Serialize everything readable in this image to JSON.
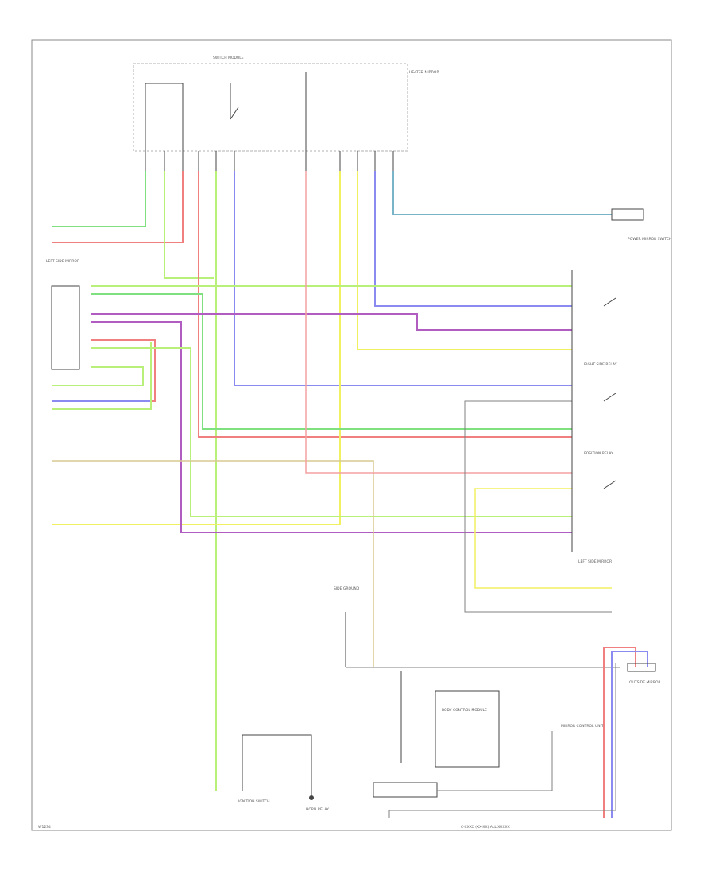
{
  "diagram": {
    "footer_left": "W1234",
    "footer_center": "C-XXXX (XX-XX) ALL XXXXX",
    "colors": {
      "green": "#7ee07e",
      "red": "#f08080",
      "light_green": "#b8f07a",
      "purple": "#b05cc0",
      "blue": "#8a8af0",
      "yellow": "#f0f060",
      "teal": "#7ab4c8",
      "tan": "#d8c890",
      "gray": "#808080"
    },
    "components": {
      "top_module": "SWITCH MODULE",
      "right_top": "POWER MIRROR SWITCH",
      "left_connector": "LEFT SIDE MIRROR",
      "right_relay": "RIGHT SIDE RELAY",
      "right_mid": "POSITION RELAY",
      "right_bottom": "LEFT SIDE MIRROR",
      "ground_box": "SIDE GROUND",
      "center_module": "BODY CONTROL MODULE",
      "center_module_2": "MIRROR CONTROL UNIT",
      "bottom_left": "IGNITION SWITCH",
      "bottom_mid": "HORN RELAY",
      "bottom_right": "OUTSIDE MIRROR",
      "right_side_label": "HEATED MIRROR"
    }
  }
}
